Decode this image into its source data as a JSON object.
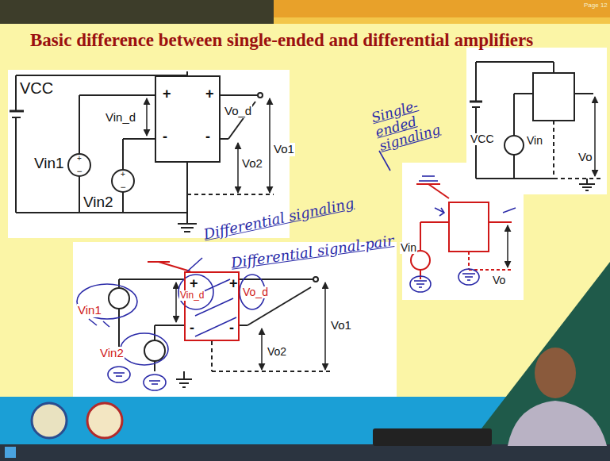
{
  "diagram": {
    "title": "Basic difference between  single-ended and differential amplifiers",
    "nodes": [
      {
        "text": [
          "+",
          "-",
          "+",
          "-"
        ]
      },
      {
        "text": [
          "+",
          "-",
          "+",
          "-"
        ]
      }
    ],
    "labels": [
      "Page 12",
      "VCC",
      "Vin1",
      "Vin2",
      "Vin_d",
      "Vo_d",
      "Vo2",
      "Vo1",
      "VCC",
      "Vin",
      "Vo",
      "Single-ended signaling",
      "Vin",
      "Vo",
      "Differential signaling",
      "Differential signal-pair",
      "Vin1",
      "Vin_d",
      "Vin2",
      "Vo_d",
      "Vo2",
      "Vo1"
    ]
  }
}
